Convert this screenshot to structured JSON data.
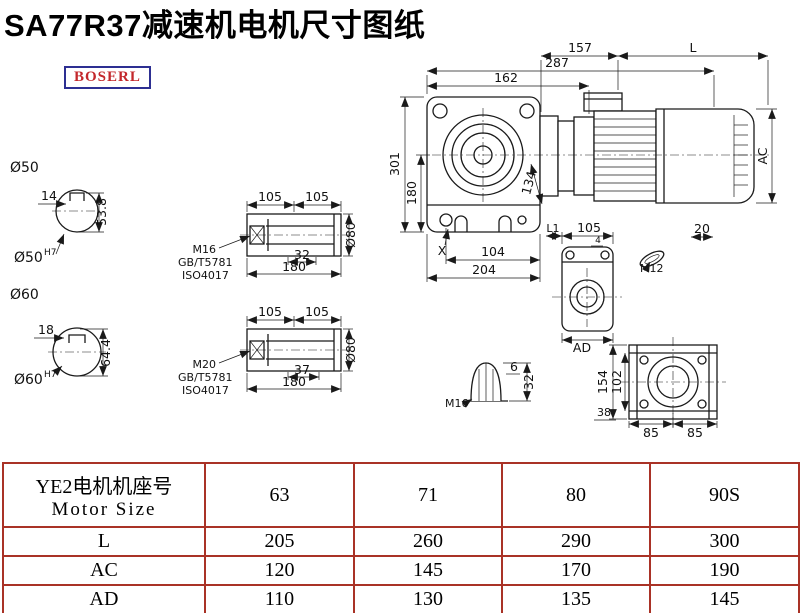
{
  "page": {
    "title": "SA77R37减速机电机尺寸图纸",
    "logo": "BOSERL"
  },
  "main_view": {
    "dim_top_287": "287",
    "dim_top_162": "162",
    "dim_top_157": "157",
    "dim_top_L": "L",
    "dim_left_301": "301",
    "dim_left_180": "180",
    "dim_right_AC": "AC",
    "dim_134": "134",
    "label_X": "X",
    "dim_bottom_104": "104",
    "dim_bottom_204": "204"
  },
  "shaft50_view": {
    "label": "Ø50",
    "dim_14": "14",
    "dim_538": "53.8",
    "bore_label": "Ø50",
    "bore_tolerance": "H7"
  },
  "shaft60_view": {
    "label": "Ø60",
    "dim_18": "18",
    "dim_644": "64.4",
    "bore_label": "Ø60",
    "bore_tolerance": "H7"
  },
  "bushing_m16_view": {
    "dim_105_left": "105",
    "dim_105_right": "105",
    "thread_label": "M16",
    "standard_gb": "GB/T5781",
    "standard_iso": "ISO4017",
    "dim_32": "32",
    "dim_180": "180",
    "dim_dia80": "Ø80"
  },
  "bushing_m20_view": {
    "dim_105_left": "105",
    "dim_105_right": "105",
    "thread_label": "M20",
    "standard_gb": "GB/T5781",
    "standard_iso": "ISO4017",
    "dim_37": "37",
    "dim_180": "180",
    "dim_dia80": "Ø80"
  },
  "side_view": {
    "dim_L1": "L1",
    "dim_105": "105",
    "dim_4": "4",
    "dim_20": "20",
    "thread_label": "M12",
    "dim_AD": "AD"
  },
  "plug_view": {
    "dim_6": "6",
    "dim_32": "32",
    "thread_label": "M16"
  },
  "base_view": {
    "dim_154": "154",
    "dim_102": "102",
    "dim_38": "38",
    "dim_85_left": "85",
    "dim_85_right": "85"
  },
  "table": {
    "header": {
      "label_cn": "YE2电机机座号",
      "label_en": "Motor Size",
      "sizes": [
        "63",
        "71",
        "80",
        "90S"
      ]
    },
    "rows": [
      {
        "label": "L",
        "values": [
          "205",
          "260",
          "290",
          "300"
        ]
      },
      {
        "label": "AC",
        "values": [
          "120",
          "145",
          "170",
          "190"
        ]
      },
      {
        "label": "AD",
        "values": [
          "110",
          "130",
          "135",
          "145"
        ]
      }
    ]
  },
  "colors": {
    "table_border": "#a93226",
    "logo_border": "#2d2f92",
    "logo_text": "#c3272b",
    "drawing_line": "#1a1a1a"
  }
}
